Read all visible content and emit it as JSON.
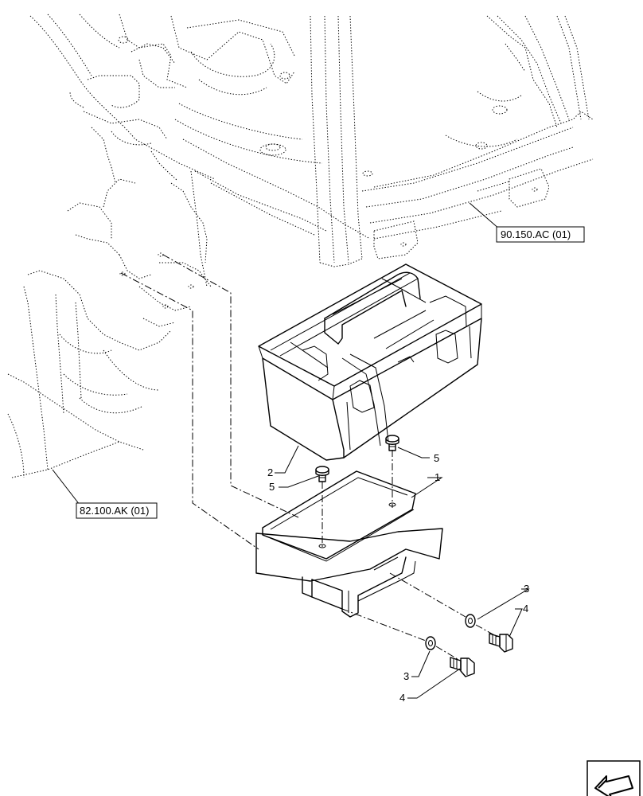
{
  "diagram": {
    "reference_labels": {
      "cab_frame": "90.150.AC (01)",
      "front_frame": "82.100.AK (01)"
    },
    "callouts": {
      "battery": "2",
      "tray": "1",
      "screw_upper_right": "5",
      "screw_upper_left": "5",
      "washer_right": "3",
      "bolt_right": "4",
      "washer_left": "3",
      "bolt_left": "4"
    },
    "nav_icon": "direction-arrow-icon"
  }
}
